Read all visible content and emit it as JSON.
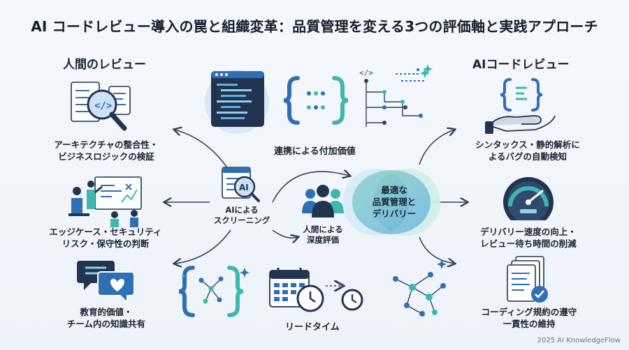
{
  "title": "AI コードレビュー導入の罠と組織変革：品質管理を変える3つの評価軸と実践アプローチ",
  "left_column": {
    "heading": "人間のレビュー",
    "items": [
      {
        "lines": [
          "アーキテクチャの整合性・",
          "ビジネスロジックの検証"
        ]
      },
      {
        "lines": [
          "エッジケース・セキュリティ",
          "リスク・保守性の判断"
        ]
      },
      {
        "lines": [
          "教育的価値・",
          "チーム内の知識共有"
        ]
      }
    ]
  },
  "right_column": {
    "heading": "AIコードレビュー",
    "items": [
      {
        "lines": [
          "シンタックス・静的解析に",
          "よるバグの自動検知"
        ]
      },
      {
        "lines": [
          "デリバリー速度の向上・",
          "レビュー待ち時間の削減"
        ]
      },
      {
        "lines": [
          "コーディング規約の遵守",
          "一貫性の維持"
        ]
      }
    ]
  },
  "center": {
    "synergy_label": "連携による付加価値",
    "ai_screening": [
      "AIによる",
      "スクリーニング"
    ],
    "ai_badge": "AI",
    "human_eval": [
      "人間による",
      "深度評価"
    ],
    "venn": [
      "最適な",
      "品質管理と",
      "デリバリー"
    ],
    "lead_time": "リードタイム",
    "code_tag": "</>"
  },
  "footer": "2025 AI KnowledgeFlow",
  "colors": {
    "primary_blue": "#2f6fb5",
    "dark_navy": "#22344f",
    "teal": "#3fb7b0",
    "light_blue": "#cfe2f5",
    "arrow": "#33425a"
  }
}
